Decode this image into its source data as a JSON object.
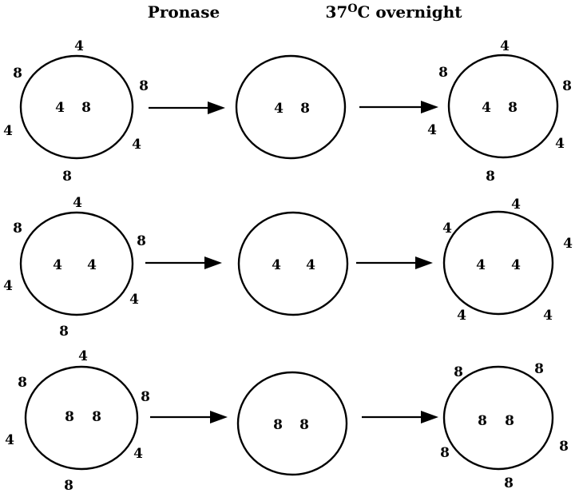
{
  "header": {
    "treatment_label": "Pronase",
    "incubation_prefix": "37",
    "incubation_degree": "O",
    "incubation_suffix": "C  overnight"
  },
  "rows": [
    {
      "before": {
        "outer": [
          "4",
          "8",
          "8",
          "4",
          "4",
          "8"
        ],
        "inner": [
          "4",
          "8"
        ]
      },
      "after_pronase": {
        "inner": [
          "4",
          "8"
        ]
      },
      "after_incubation": {
        "outer": [
          "4",
          "8",
          "8",
          "4",
          "4",
          "8"
        ],
        "inner": [
          "4",
          "8"
        ]
      }
    },
    {
      "before": {
        "outer": [
          "4",
          "8",
          "8",
          "4",
          "4",
          "8"
        ],
        "inner": [
          "4",
          "4"
        ]
      },
      "after_pronase": {
        "inner": [
          "4",
          "4"
        ]
      },
      "after_incubation": {
        "outer": [
          "4",
          "4",
          "4",
          "4",
          "4"
        ],
        "inner": [
          "4",
          "4"
        ]
      }
    },
    {
      "before": {
        "outer": [
          "4",
          "8",
          "8",
          "4",
          "4",
          "8"
        ],
        "inner": [
          "8",
          "8"
        ]
      },
      "after_pronase": {
        "inner": [
          "8",
          "8"
        ]
      },
      "after_incubation": {
        "outer": [
          "8",
          "8",
          "8",
          "8",
          "8"
        ],
        "inner": [
          "8",
          "8"
        ]
      }
    }
  ]
}
